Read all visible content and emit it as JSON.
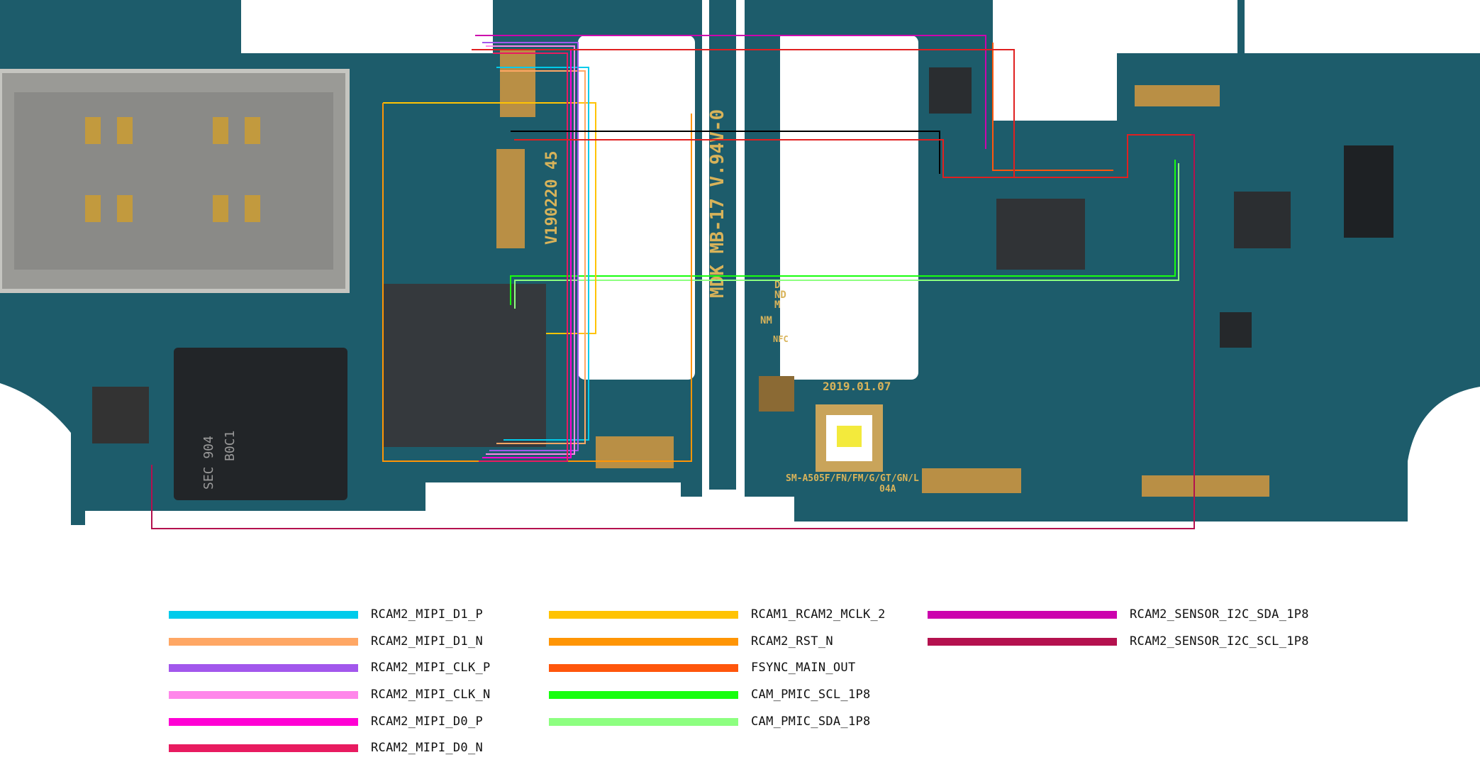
{
  "colors": {
    "board": "#1d5c6b",
    "board_dark": "#154a57",
    "copper": "#c9a45a",
    "chip": "#2a2e33"
  },
  "silkscreen": {
    "board_rev": "MDK MB-17 V.94V-0",
    "date": "2019.01.07",
    "model": "SM-A505F/FN/FM/G/GT/GN/L",
    "rev_code": "04A",
    "fpc_code": "V190220 45",
    "nfc_labels": [
      "D",
      "ND",
      "M",
      "NM",
      "NFC"
    ],
    "memory_chip": "SEC 904",
    "memory_chip_line2": "B0C1"
  },
  "legend": {
    "columns": [
      [
        {
          "label": "RCAM2_MIPI_D1_P",
          "color": "#00cbeb"
        },
        {
          "label": "RCAM2_MIPI_D1_N",
          "color": "#ffa764"
        },
        {
          "label": "RCAM2_MIPI_CLK_P",
          "color": "#a257ec"
        },
        {
          "label": "RCAM2_MIPI_CLK_N",
          "color": "#ff86ea"
        },
        {
          "label": "RCAM2_MIPI_D0_P",
          "color": "#ff00d4"
        },
        {
          "label": "RCAM2_MIPI_D0_N",
          "color": "#e81b60"
        }
      ],
      [
        {
          "label": "RCAM1_RCAM2_MCLK_2",
          "color": "#ffc303"
        },
        {
          "label": "RCAM2_RST_N",
          "color": "#ff9505"
        },
        {
          "label": "FSYNC_MAIN_OUT",
          "color": "#ff560c"
        },
        {
          "label": "CAM_PMIC_SCL_1P8",
          "color": "#18ff0f"
        },
        {
          "label": "CAM_PMIC_SDA_1P8",
          "color": "#8dff80"
        }
      ],
      [
        {
          "label": "RCAM2_SENSOR_I2C_SDA_1P8",
          "color": "#cc03ad"
        },
        {
          "label": "RCAM2_SENSOR_I2C_SCL_1P8",
          "color": "#b4114e"
        }
      ]
    ]
  }
}
